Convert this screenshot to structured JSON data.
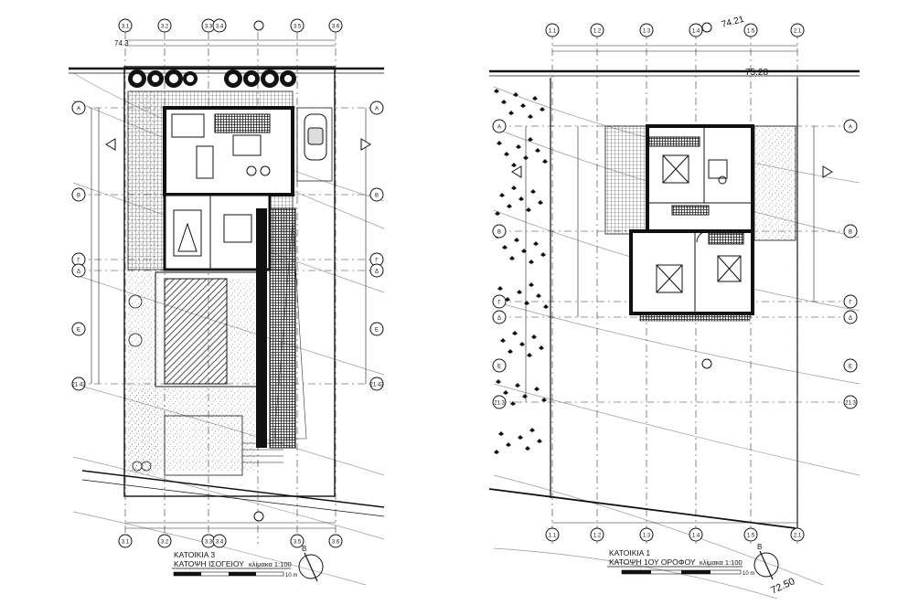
{
  "colors": {
    "ink": "#111111",
    "paper": "#ffffff",
    "hatch": "#333333",
    "light": "#888888"
  },
  "left_plan": {
    "grid_top": [
      "3.1",
      "3.2",
      "3.3",
      "3.4",
      "3.5",
      "3.6"
    ],
    "grid_bottom": [
      "3.1",
      "3.2",
      "3.3",
      "3.4",
      "3.5",
      "3.6"
    ],
    "grid_left": [
      "A",
      "B",
      "Γ",
      "Δ",
      "E",
      "21.42"
    ],
    "grid_right": [
      "A",
      "B",
      "Γ",
      "Δ",
      "E",
      "21.42"
    ],
    "elevation": "74.3",
    "title_line1": "ΚΑΤΟΙΚΙΑ 3",
    "title_line2": "ΚΑΤΟΨΗ ΙΣΟΓΕΙΟΥ",
    "scale": "κλίμακα 1:100",
    "scale_bar": "10 m",
    "north": "B"
  },
  "right_plan": {
    "grid_top": [
      "1.1",
      "1.2",
      "1.3",
      "1.4",
      "1.5",
      "2.1"
    ],
    "grid_bottom": [
      "1.1",
      "1.2",
      "1.3",
      "1.4",
      "1.5",
      "2.1"
    ],
    "grid_left": [
      "A",
      "B",
      "Γ",
      "Δ",
      "E",
      "21.3"
    ],
    "grid_right": [
      "A",
      "B",
      "Γ",
      "Δ",
      "E",
      "21.3"
    ],
    "elevation_top": "74.21",
    "elevation_site": "75.28",
    "elevation_bottom": "72.50",
    "title_line1": "ΚΑΤΟΙΚΙΑ 1",
    "title_line2": "ΚΑΤΟΨΗ 1ΟΥ ΟΡΟΦΟΥ",
    "scale": "κλίμακα 1:100",
    "scale_bar": "10 m",
    "north": "B"
  }
}
